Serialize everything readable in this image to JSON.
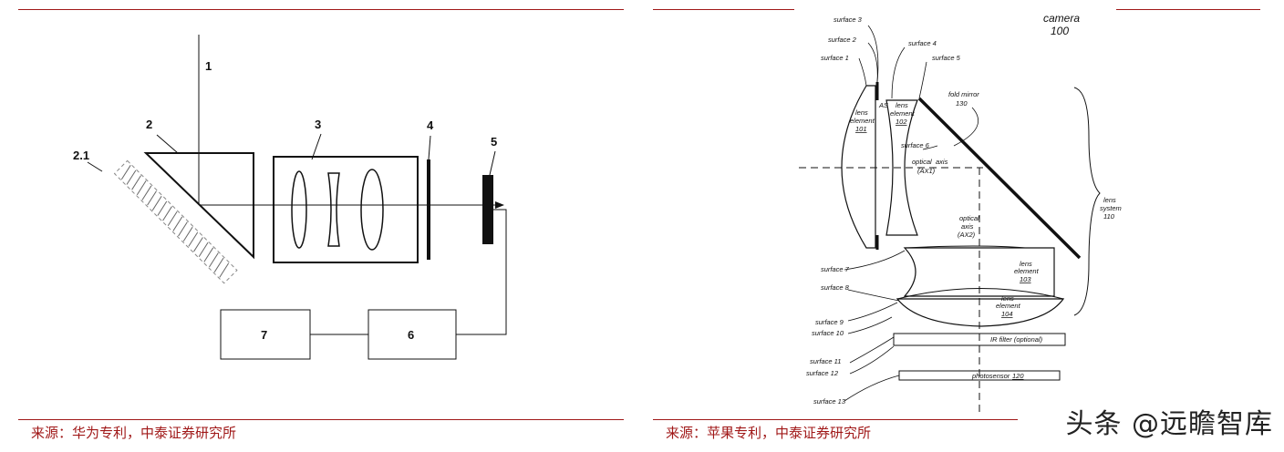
{
  "colors": {
    "accent": "#a01818"
  },
  "left": {
    "source": "来源：华为专利，中泰证券研究所",
    "labels": {
      "l1": "1",
      "l2": "2",
      "l21": "2.1",
      "l3": "3",
      "l4": "4",
      "l5": "5",
      "l6": "6",
      "l7": "7"
    }
  },
  "right": {
    "source": "来源：苹果专利，中泰证券研究所",
    "camera": "camera",
    "camera_num": "100",
    "lens_system": "lens",
    "lens_system2": "system",
    "lens_system_num": "110",
    "fold_mirror": "fold mirror",
    "fold_mirror_num": "130",
    "as": "AS",
    "lens_el": "lens",
    "element": "element",
    "e101": "101",
    "e102": "102",
    "e103": "103",
    "e104": "104",
    "optical": "optical",
    "axis": "axis",
    "ax1": "(AX1)",
    "ax2": "(AX2)",
    "ir_filter": "IR filter (optional)",
    "photosensor": "photosensor",
    "photosensor_num": "120",
    "surfaces": {
      "s1": "surface 1",
      "s2": "surface 2",
      "s3": "surface 3",
      "s4": "surface 4",
      "s5": "surface 5",
      "s6": "surface 6",
      "s7": "surface 7",
      "s8": "surface 8",
      "s9": "surface 9",
      "s10": "surface 10",
      "s11": "surface 11",
      "s12": "surface 12",
      "s13": "surface 13"
    }
  },
  "watermark": "头条 @远瞻智库"
}
